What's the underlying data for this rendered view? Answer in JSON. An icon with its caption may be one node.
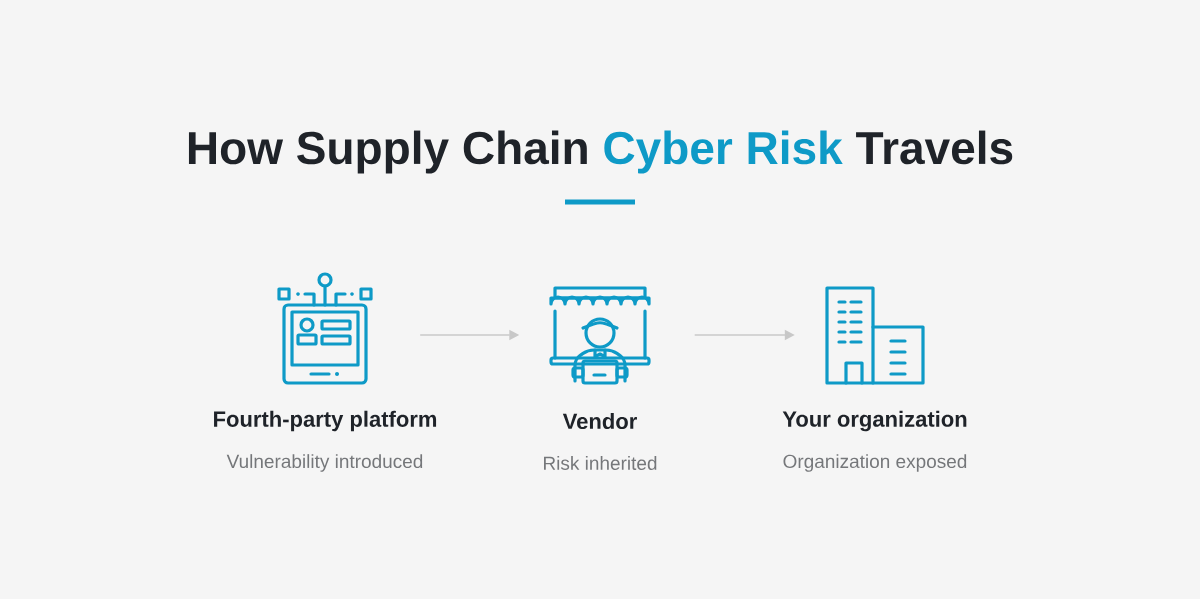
{
  "diagram": {
    "title": "How Supply Chain *Cyber Risk* Travels",
    "nodes": [
      {
        "text": [
          "Fourth-party platform",
          "Vulnerability introduced"
        ]
      },
      {
        "text": [
          "Vendor",
          "Risk inherited"
        ]
      },
      {
        "text": [
          "Your organization",
          "Organization exposed"
        ]
      }
    ],
    "edges": [
      {
        "from": 0,
        "to": 1,
        "arrow": "to"
      },
      {
        "from": 1,
        "to": 2,
        "arrow": "to"
      }
    ]
  }
}
